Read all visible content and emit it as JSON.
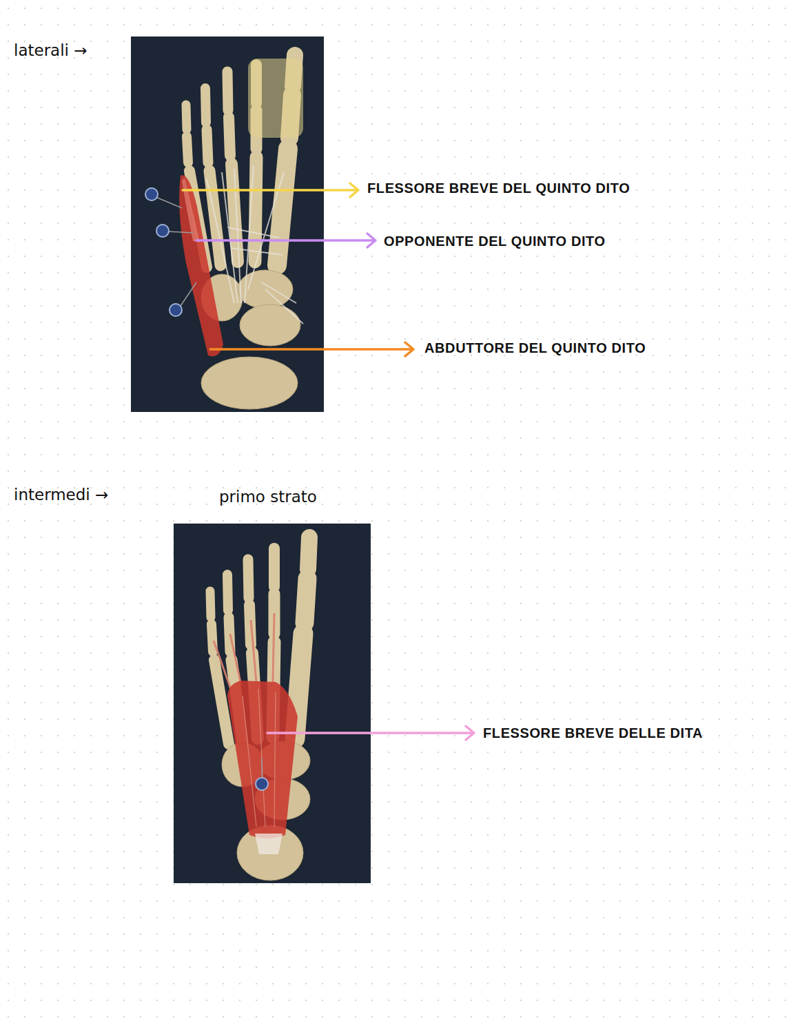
{
  "diagram": {
    "labels": [
      "laterali →",
      "FLESSORE BREVE DEL QUINTO DITO",
      "OPPONENTE DEL QUINTO DITO",
      "ABDUTTORE DEL QUINTO DITO",
      "intermedi →",
      "primo strato",
      "FLESSORE BREVE DELLE DITA"
    ]
  }
}
